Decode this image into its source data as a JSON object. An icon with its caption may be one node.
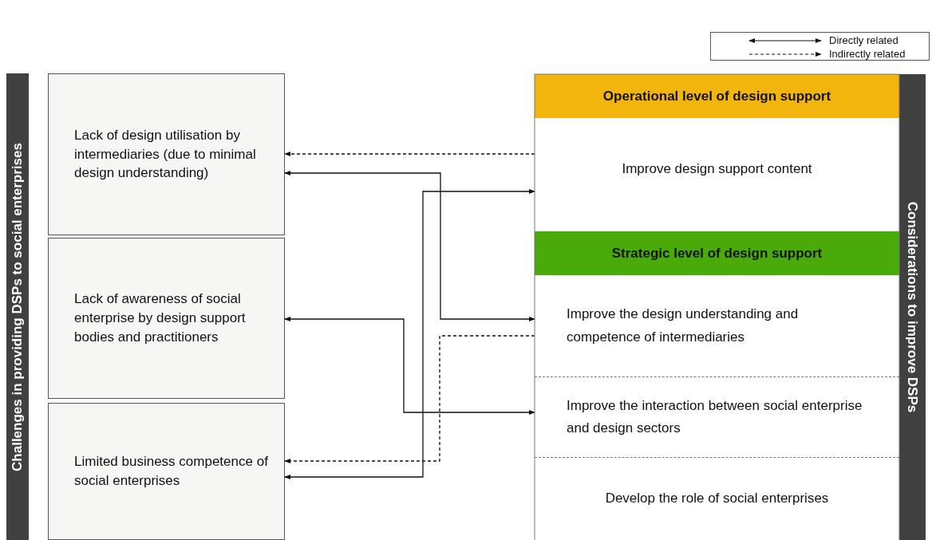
{
  "diagram": {
    "nodes": [
      {
        "text": [
          "Challenges in providing DSPs to social enterprises"
        ]
      },
      {
        "text": [
          "Lack of design utilisation by intermediaries (due to minimal design understanding)"
        ]
      },
      {
        "text": [
          "Lack of awareness of social enterprise by design support bodies and practitioners"
        ]
      },
      {
        "text": [
          "Limited business competence of social enterprises"
        ]
      },
      {
        "text": [
          "Operational level of design support"
        ]
      },
      {
        "text": [
          "Improve design support content"
        ]
      },
      {
        "text": [
          "Strategic level of design support"
        ]
      },
      {
        "text": [
          "Improve the design understanding and competence of intermediaries"
        ]
      },
      {
        "text": [
          "Improve the interaction between social enterprise and design sectors"
        ]
      },
      {
        "text": [
          "Develop the role of social enterprises"
        ]
      },
      {
        "text": [
          "Considerations to improve DSPs"
        ]
      }
    ],
    "edges": [
      {
        "from": 5,
        "to": 1,
        "arrow": "to",
        "style": "dashed"
      },
      {
        "from": 1,
        "to": 7,
        "arrow": "both"
      },
      {
        "from": 5,
        "to": 3,
        "arrow": "both"
      },
      {
        "from": 2,
        "to": 8,
        "arrow": "both"
      },
      {
        "from": 7,
        "to": 3,
        "arrow": "to",
        "style": "dashed"
      }
    ],
    "legend": [
      {
        "text": "Directly related"
      },
      {
        "text": "Indirectly related"
      }
    ]
  }
}
